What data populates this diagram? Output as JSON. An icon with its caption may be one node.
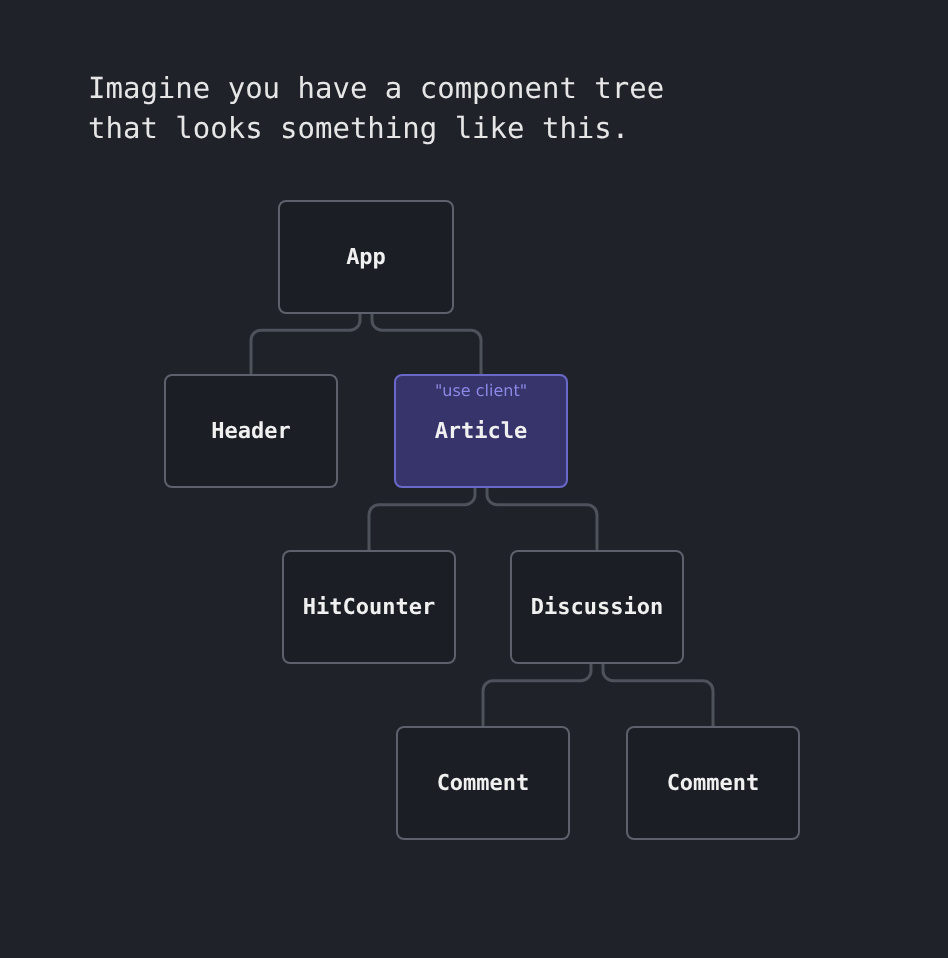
{
  "diagram": {
    "title": "Imagine you have a component tree that looks something like this.",
    "nodes": [
      {
        "text": [
          "App"
        ]
      },
      {
        "text": [
          "Header"
        ]
      },
      {
        "text": [
          "\"use client\"",
          "Article"
        ]
      },
      {
        "text": [
          "HitCounter"
        ]
      },
      {
        "text": [
          "Discussion"
        ]
      },
      {
        "text": [
          "Comment"
        ]
      },
      {
        "text": [
          "Comment"
        ]
      }
    ],
    "edges": [
      {
        "from": 0,
        "to": 1,
        "arrow": "none"
      },
      {
        "from": 0,
        "to": 2,
        "arrow": "none"
      },
      {
        "from": 2,
        "to": 3,
        "arrow": "none"
      },
      {
        "from": 2,
        "to": 4,
        "arrow": "none"
      },
      {
        "from": 4,
        "to": 5,
        "arrow": "none"
      },
      {
        "from": 4,
        "to": 6,
        "arrow": "none"
      }
    ]
  }
}
